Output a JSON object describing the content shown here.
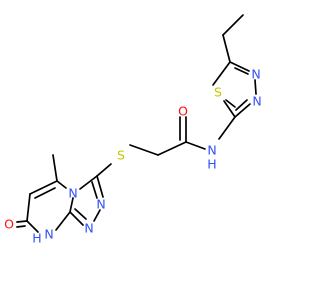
{
  "molecule": {
    "atoms": {
      "o_amide": {
        "symbol": "O",
        "color": "#ff0d0d"
      },
      "nh_amide": {
        "symbol": "N",
        "h_label": "H",
        "color": "#3050f8"
      },
      "s_thiadiazole": {
        "symbol": "S",
        "color": "#c6c600"
      },
      "n_thiadiazole_1": {
        "symbol": "N",
        "color": "#3050f8"
      },
      "n_thiadiazole_2": {
        "symbol": "N",
        "color": "#3050f8"
      },
      "s_thioether": {
        "symbol": "S",
        "color": "#c6c600"
      },
      "n_fused": {
        "symbol": "N",
        "color": "#3050f8"
      },
      "n_triazole_1": {
        "symbol": "N",
        "color": "#3050f8"
      },
      "n_triazole_2": {
        "symbol": "N",
        "color": "#3050f8"
      },
      "nh_ring": {
        "symbol": "N",
        "h_label": "H",
        "color": "#3050f8"
      },
      "o_ring": {
        "symbol": "O",
        "color": "#ff0d0d"
      }
    },
    "bond_color": "#000000"
  }
}
